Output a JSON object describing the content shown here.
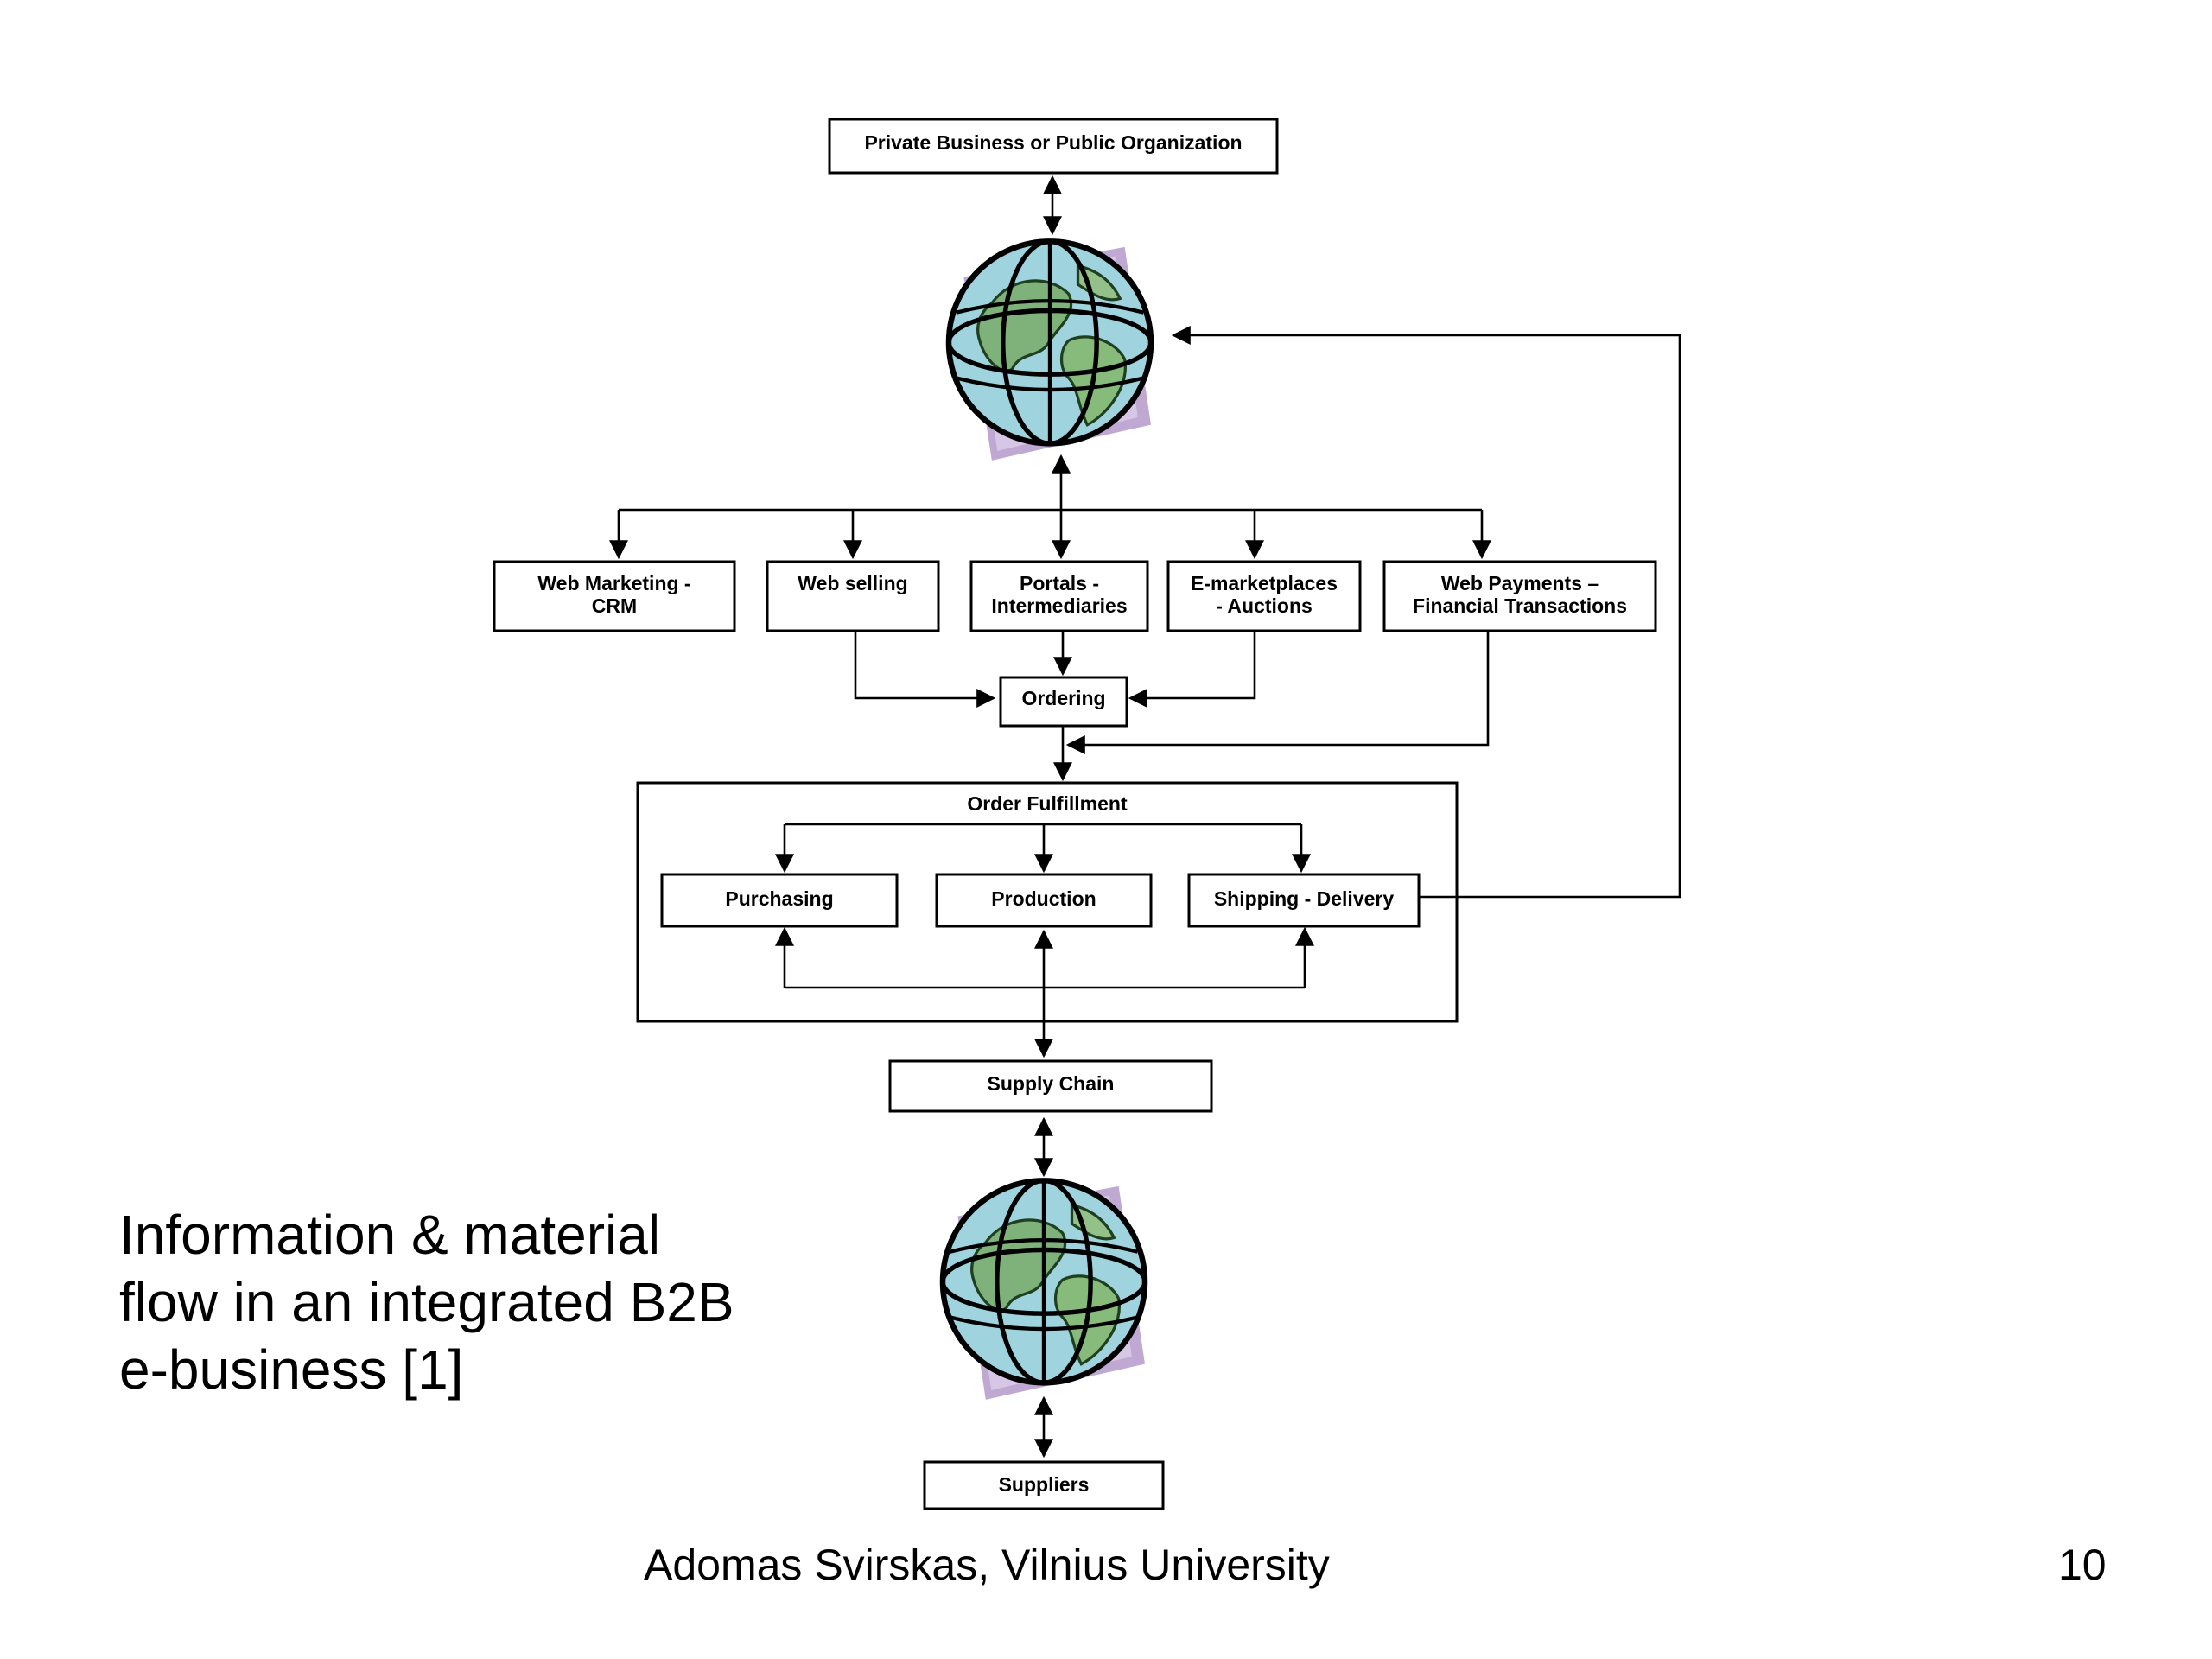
{
  "diagram": {
    "top_node": "Private Business or Public Organization",
    "channels": [
      [
        "Web Marketing -",
        "CRM"
      ],
      [
        "Web selling"
      ],
      [
        "Portals -",
        "Intermediaries"
      ],
      [
        "E-marketplaces",
        "- Auctions"
      ],
      [
        "Web Payments –",
        "Financial Transactions"
      ]
    ],
    "ordering": "Ordering",
    "fulfillment": {
      "title": "Order Fulfillment",
      "steps": [
        "Purchasing",
        "Production",
        "Shipping - Delivery"
      ]
    },
    "supply_chain": "Supply Chain",
    "suppliers": "Suppliers",
    "icons": [
      "globe-icon",
      "globe-icon"
    ]
  },
  "caption": {
    "lines": [
      "Information & material",
      "flow in an integrated B2B",
      "e-business [1]"
    ]
  },
  "footer": {
    "author": "Adomas Svirskas, Vilnius University",
    "page": "10"
  }
}
